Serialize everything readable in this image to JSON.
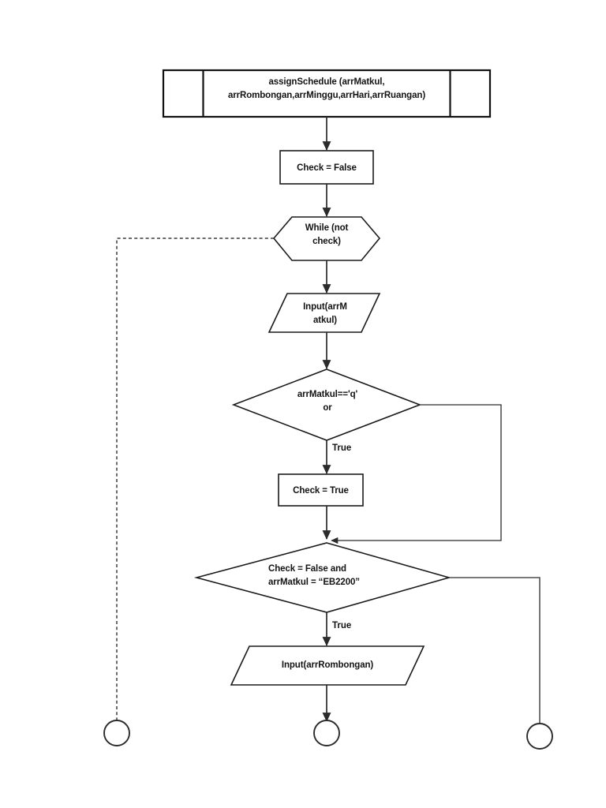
{
  "diagram": {
    "title": "assignSchedule flowchart",
    "type": "flowchart",
    "background_color": "#ffffff",
    "stroke_color": "#1a1a1a"
  },
  "nodes": {
    "header": {
      "label": "assignSchedule (arrMatkul,\narrRombongan,arrMinggu,arrHari,arrRuangan)",
      "shape": "banner-box"
    },
    "check_false": {
      "label": "Check = False",
      "shape": "process"
    },
    "while_not_check": {
      "label": "While (not\ncheck)",
      "shape": "hexagon"
    },
    "input_matkul": {
      "label": "Input(arrM\natkul)",
      "shape": "parallelogram"
    },
    "decision_matkul_q": {
      "label": "arrMatkul=='q'\nor",
      "shape": "diamond"
    },
    "check_true": {
      "label": "Check = True",
      "shape": "process"
    },
    "decision_check_false_eb2200": {
      "label": "Check = False and\narrMatkul = “EB2200”",
      "shape": "diamond"
    },
    "input_rombongan": {
      "label": "Input(arrRombongan)",
      "shape": "parallelogram"
    },
    "connector_left": {
      "label": "",
      "shape": "circle"
    },
    "connector_center": {
      "label": "",
      "shape": "circle"
    },
    "connector_right": {
      "label": "",
      "shape": "circle"
    }
  },
  "edge_labels": {
    "decision_matkul_q_true": "True",
    "decision_eb2200_true": "True"
  }
}
